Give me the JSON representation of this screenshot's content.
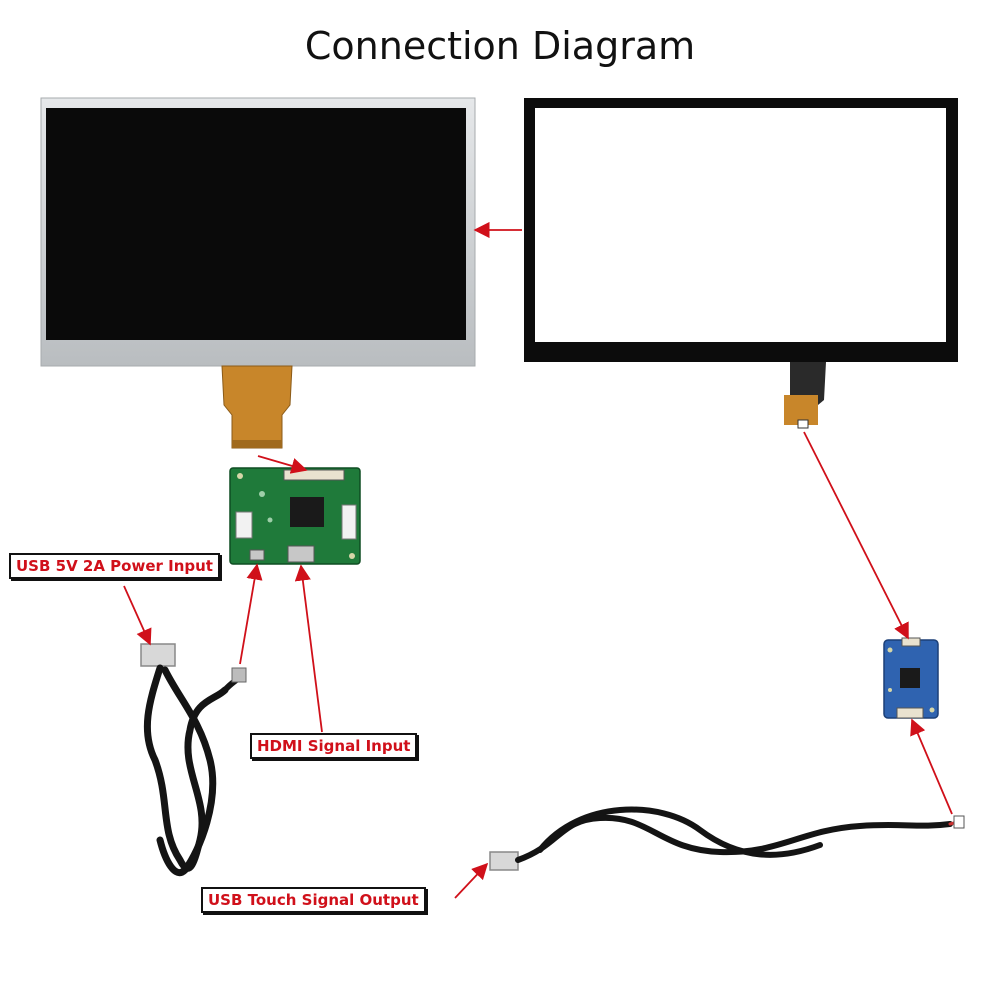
{
  "title": "Connection Diagram",
  "labels": {
    "power": "USB 5V 2A Power Input",
    "hdmi": "HDMI Signal Input",
    "touch": "USB Touch Signal Output"
  },
  "colors": {
    "arrow": "#d0101a",
    "lcd_frame": "#c9ccce",
    "lcd_screen": "#0a0a0a",
    "fpc": "#c8862a",
    "pcb": "#1f7a3a",
    "touch_board": "#2f63b0",
    "cable": "#141414"
  }
}
